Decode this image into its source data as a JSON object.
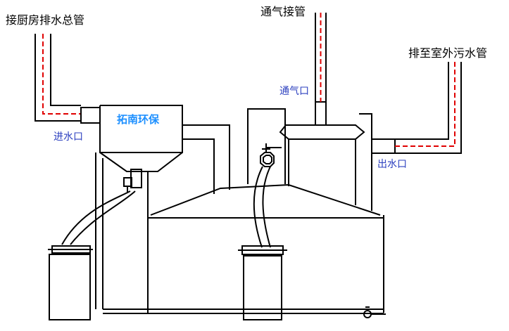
{
  "labels": {
    "kitchen_drain_pipe": "接厨房排水总管",
    "vent_pipe": "通气接管",
    "outdoor_sewer_pipe": "排至室外污水管",
    "vent_port": "通气口",
    "inlet": "进水口",
    "outlet": "出水口",
    "brand": "拓南环保"
  },
  "colors": {
    "line": "#000000",
    "pipe_dash": "#e00000",
    "label_blue": "#2b3fbf",
    "brand_blue": "#1e90ff",
    "background": "#ffffff"
  }
}
